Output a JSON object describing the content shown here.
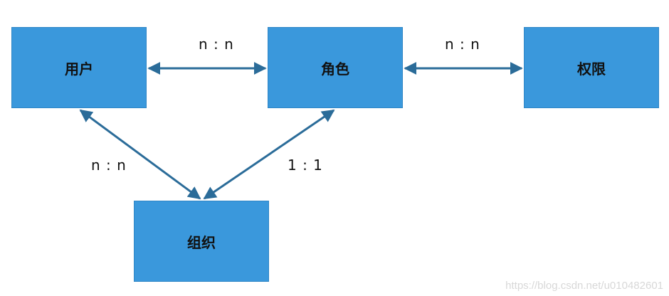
{
  "diagram": {
    "nodes": {
      "user": "用户",
      "role": "角色",
      "permission": "权限",
      "organization": "组织"
    },
    "edges": {
      "user_role": "n : n",
      "role_permission": "n : n",
      "user_organization": "n : n",
      "role_organization": "1 : 1"
    },
    "colors": {
      "node_fill": "#3a98dc",
      "edge_stroke": "#2b6c99"
    }
  },
  "watermark": "https://blog.csdn.net/u010482601"
}
